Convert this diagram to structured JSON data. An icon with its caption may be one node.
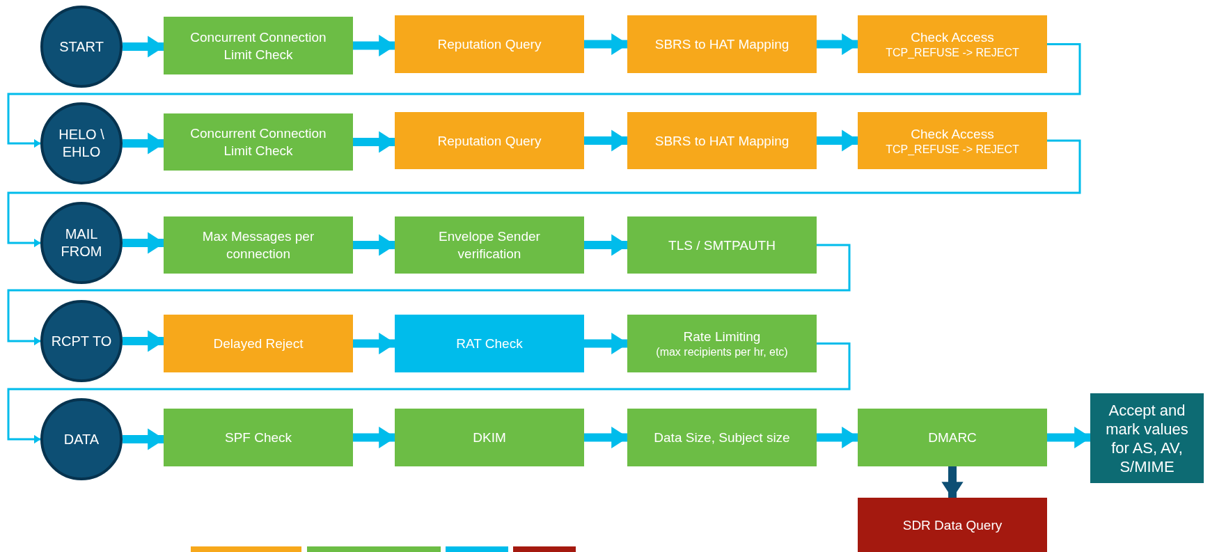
{
  "diagram": {
    "nodes": [
      {
        "text": [
          "START"
        ]
      },
      {
        "text": [
          "Concurrent Connection Limit Check"
        ]
      },
      {
        "text": [
          "Reputation Query"
        ]
      },
      {
        "text": [
          "SBRS to HAT Mapping"
        ]
      },
      {
        "text": [
          "Check Access",
          "TCP_REFUSE -> REJECT"
        ]
      },
      {
        "text": [
          "HELO \\ EHLO"
        ]
      },
      {
        "text": [
          "Concurrent Connection Limit Check"
        ]
      },
      {
        "text": [
          "Reputation Query"
        ]
      },
      {
        "text": [
          "SBRS to HAT Mapping"
        ]
      },
      {
        "text": [
          "Check Access",
          "TCP_REFUSE -> REJECT"
        ]
      },
      {
        "text": [
          "MAIL FROM"
        ]
      },
      {
        "text": [
          "Max Messages per connection"
        ]
      },
      {
        "text": [
          "Envelope Sender verification"
        ]
      },
      {
        "text": [
          "TLS / SMTPAUTH"
        ]
      },
      {
        "text": [
          "RCPT TO"
        ]
      },
      {
        "text": [
          "Delayed Reject"
        ]
      },
      {
        "text": [
          "RAT Check"
        ]
      },
      {
        "text": [
          "Rate Limiting",
          "(max recipients per hr, etc)"
        ]
      },
      {
        "text": [
          "DATA"
        ]
      },
      {
        "text": [
          "SPF Check"
        ]
      },
      {
        "text": [
          "DKIM"
        ]
      },
      {
        "text": [
          "Data Size, Subject size"
        ]
      },
      {
        "text": [
          "DMARC"
        ]
      },
      {
        "text": [
          "Accept and mark values for AS, AV, S/MIME"
        ]
      },
      {
        "text": [
          "SDR Data Query"
        ]
      }
    ],
    "edges": [
      {
        "from": 0,
        "to": 1,
        "arrow": "to"
      },
      {
        "from": 1,
        "to": 2,
        "arrow": "to"
      },
      {
        "from": 2,
        "to": 3,
        "arrow": "to"
      },
      {
        "from": 3,
        "to": 4,
        "arrow": "to"
      },
      {
        "from": 4,
        "to": 5,
        "arrow": "to"
      },
      {
        "from": 5,
        "to": 6,
        "arrow": "to"
      },
      {
        "from": 6,
        "to": 7,
        "arrow": "to"
      },
      {
        "from": 7,
        "to": 8,
        "arrow": "to"
      },
      {
        "from": 8,
        "to": 9,
        "arrow": "to"
      },
      {
        "from": 9,
        "to": 10,
        "arrow": "to"
      },
      {
        "from": 10,
        "to": 11,
        "arrow": "to"
      },
      {
        "from": 11,
        "to": 12,
        "arrow": "to"
      },
      {
        "from": 12,
        "to": 13,
        "arrow": "to"
      },
      {
        "from": 13,
        "to": 14,
        "arrow": "to"
      },
      {
        "from": 14,
        "to": 15,
        "arrow": "to"
      },
      {
        "from": 15,
        "to": 16,
        "arrow": "to"
      },
      {
        "from": 16,
        "to": 17,
        "arrow": "to"
      },
      {
        "from": 17,
        "to": 18,
        "arrow": "to"
      },
      {
        "from": 18,
        "to": 19,
        "arrow": "to"
      },
      {
        "from": 19,
        "to": 20,
        "arrow": "to"
      },
      {
        "from": 20,
        "to": 21,
        "arrow": "to"
      },
      {
        "from": 21,
        "to": 22,
        "arrow": "to"
      },
      {
        "from": 22,
        "to": 23,
        "arrow": "to"
      },
      {
        "from": 22,
        "to": 24,
        "arrow": "to",
        "color": "#0d4f74"
      }
    ]
  }
}
